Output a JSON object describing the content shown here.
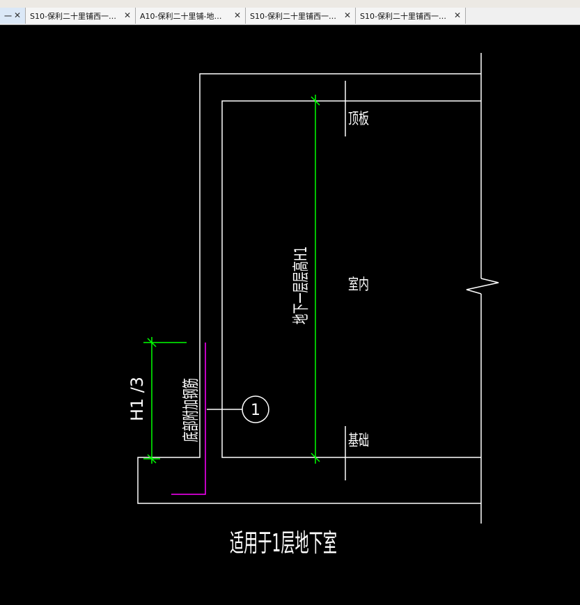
{
  "tabs": [
    {
      "label": "一",
      "active": true
    },
    {
      "label": "S10-保利二十里铺西一…",
      "active": false
    },
    {
      "label": "A10-保利二十里铺-地…",
      "active": false
    },
    {
      "label": "S10-保利二十里铺西一…",
      "active": false
    },
    {
      "label": "S10-保利二十里铺西一…",
      "active": false
    }
  ],
  "drawing": {
    "top_slab_label": "顶板",
    "indoor_label": "室内",
    "foundation_label": "基础",
    "height_dim_label": "地下一层层高H1",
    "third_dim_label": "H1 /3",
    "bottom_rebar_label": "底部附加钢筋",
    "callout_number": "1",
    "caption": "适用于1层地下室"
  },
  "colors": {
    "background": "#000000",
    "line": "#ffffff",
    "dimension": "#00ff00",
    "rebar": "#ff00ff"
  }
}
